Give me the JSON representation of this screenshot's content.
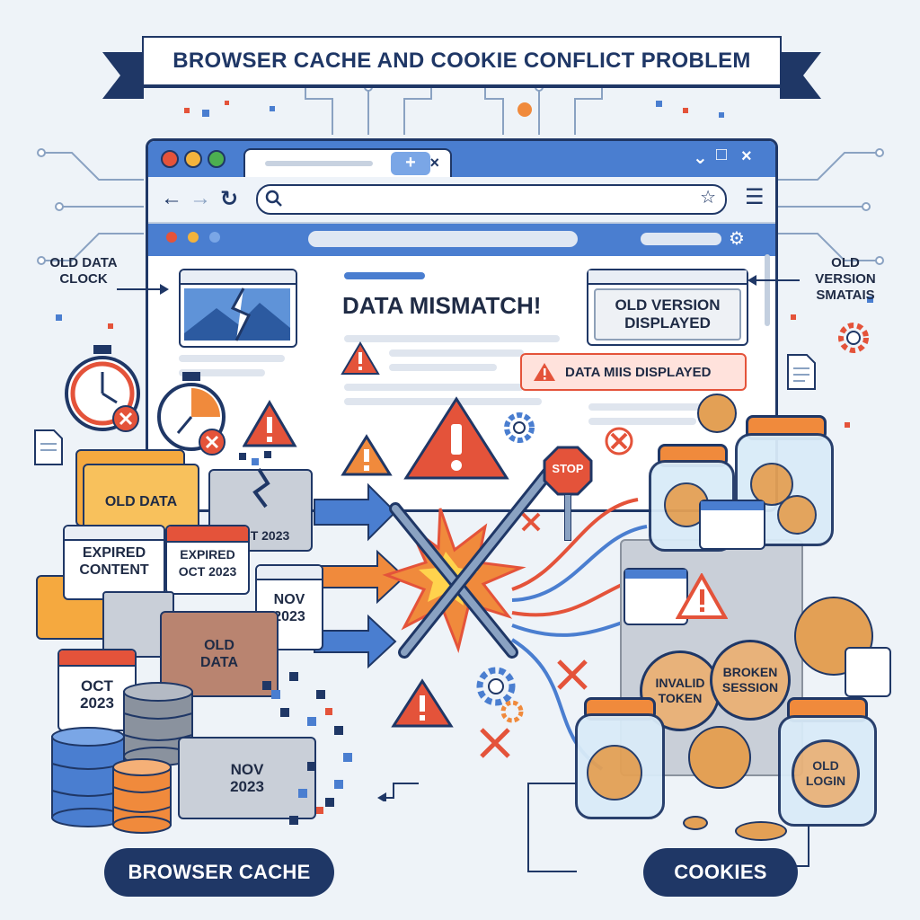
{
  "title": "BROWSER CACHE AND COOKIE CONFLICT PROBLEM",
  "callouts": {
    "left": "OLD DATA\nCLOCK",
    "right": "OLD\nVERSION\nSMATAIS"
  },
  "browser": {
    "headline": "DATA MISMATCH!",
    "old_version_box": "OLD VERSION\nDISPLAYED",
    "alert_bar": "DATA MIIS DISPLAYED"
  },
  "stop_sign": "STOP",
  "cache_items": {
    "old_data_folder": "OLD DATA",
    "oct_broken_box": "OCT 2023",
    "expired_content": "EXPIRED\nCONTENT",
    "expired_oct": "EXPIRED\nOCT 2023",
    "nov_card": "NOV\n2023",
    "old_data_big": "OLD\nDATA",
    "oct_calendar": "OCT\n2023",
    "nov_folder": "NOV\n2023"
  },
  "cookie_items": {
    "invalid_token": "INVALID\nTOKEN",
    "broken_session": "BROKEN\nSESSION",
    "old_login": "OLD\nLOGIN"
  },
  "labels": {
    "browser_cache": "BROWSER CACHE",
    "cookies": "COOKIES"
  },
  "colors": {
    "navy": "#1f3766",
    "accent_blue": "#4a7ed0",
    "alert_red": "#e4533a",
    "orange": "#f08a3c",
    "background": "#eef3f8"
  }
}
